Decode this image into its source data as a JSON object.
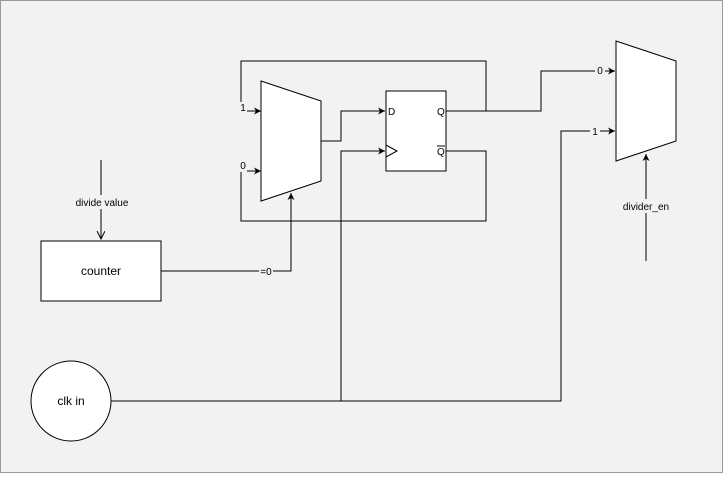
{
  "diagram": {
    "colors": {
      "background": "#f2f2f2",
      "stroke": "#000000",
      "fill": "#ffffff"
    },
    "labels": {
      "divide_value": "divide value",
      "counter": "counter",
      "eq0": "=0",
      "clk_in": "clk in",
      "mux1_in1": "1",
      "mux1_in0": "0",
      "ff_d": "D",
      "ff_q": "Q",
      "ff_qbar": "Q",
      "mux2_in0": "0",
      "mux2_in1": "1",
      "divider_en": "divider_en"
    }
  }
}
